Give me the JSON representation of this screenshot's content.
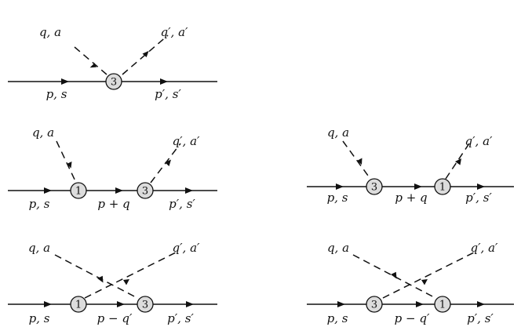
{
  "labels": {
    "q_a": "q, a",
    "qp_ap": "q′, a′",
    "p_s": "p, s",
    "pp_sp": "p′, s′",
    "p_plus_q": "p + q",
    "p_minus_qp": "p − q′"
  },
  "vertices": {
    "v1": "1",
    "v3": "3"
  }
}
